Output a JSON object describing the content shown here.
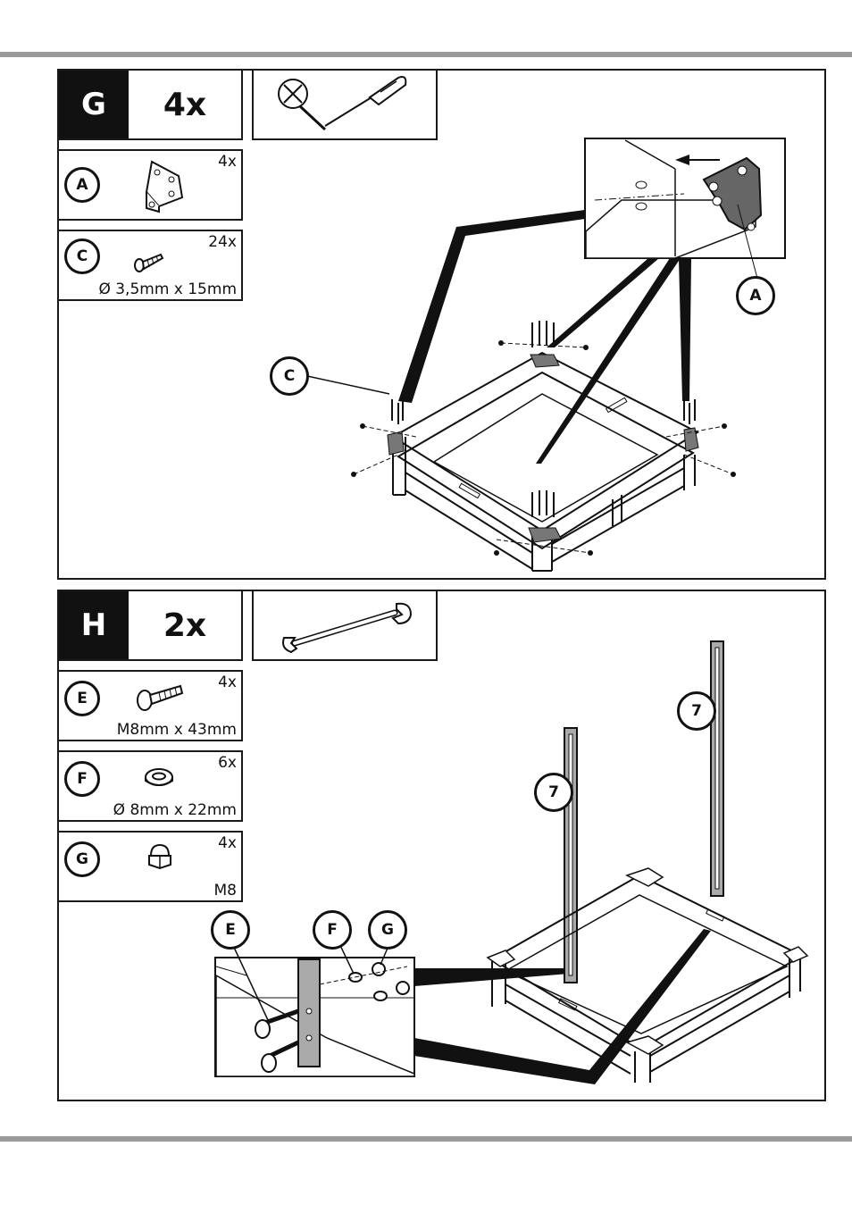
{
  "step_g": {
    "letter": "G",
    "count": "4x",
    "tools": [
      "screwdriver-icon"
    ],
    "parts": [
      {
        "label": "A",
        "qty": "4x",
        "spec": "",
        "icon": "corner-bracket-icon"
      },
      {
        "label": "C",
        "qty": "24x",
        "spec": "Ø 3,5mm x 15mm",
        "icon": "wood-screw-icon"
      }
    ],
    "callouts": [
      "C",
      "A"
    ]
  },
  "step_h": {
    "letter": "H",
    "count": "2x",
    "tools": [
      "wrench-icon"
    ],
    "parts": [
      {
        "label": "E",
        "qty": "4x",
        "spec": "M8mm x 43mm",
        "icon": "carriage-bolt-icon"
      },
      {
        "label": "F",
        "qty": "6x",
        "spec": "Ø 8mm x 22mm",
        "icon": "washer-icon"
      },
      {
        "label": "G",
        "qty": "4x",
        "spec": "M8",
        "icon": "cap-nut-icon"
      }
    ],
    "callouts": [
      "7",
      "7",
      "E",
      "F",
      "G"
    ]
  },
  "colors": {
    "rule": "#9a9a9a",
    "ink": "#111111",
    "bracket": "#666666"
  }
}
